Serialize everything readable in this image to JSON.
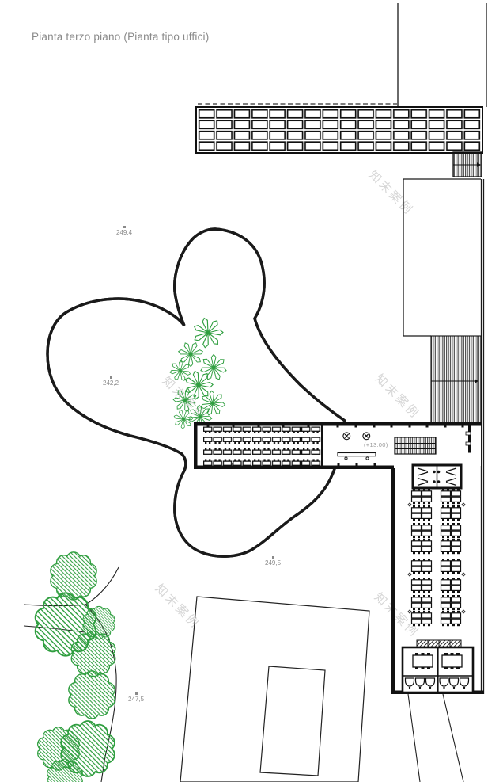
{
  "title": "Pianta terzo piano (Pianta tipo uffici)",
  "watermark": {
    "text": "知末案例"
  },
  "annotations": {
    "level": "(+13.00)",
    "spot_elevations": [
      {
        "value": "249,4"
      },
      {
        "value": "242,2"
      },
      {
        "value": "249,5"
      },
      {
        "value": "247,5"
      }
    ]
  },
  "icons": {
    "column_axis_symbol": "⊗"
  },
  "colors": {
    "line": "#1a1a1a",
    "vegetation_green": "#2f9e3f",
    "label_gray": "#8a8a8a",
    "watermark_gray": "#cccccc",
    "background": "#ffffff"
  }
}
